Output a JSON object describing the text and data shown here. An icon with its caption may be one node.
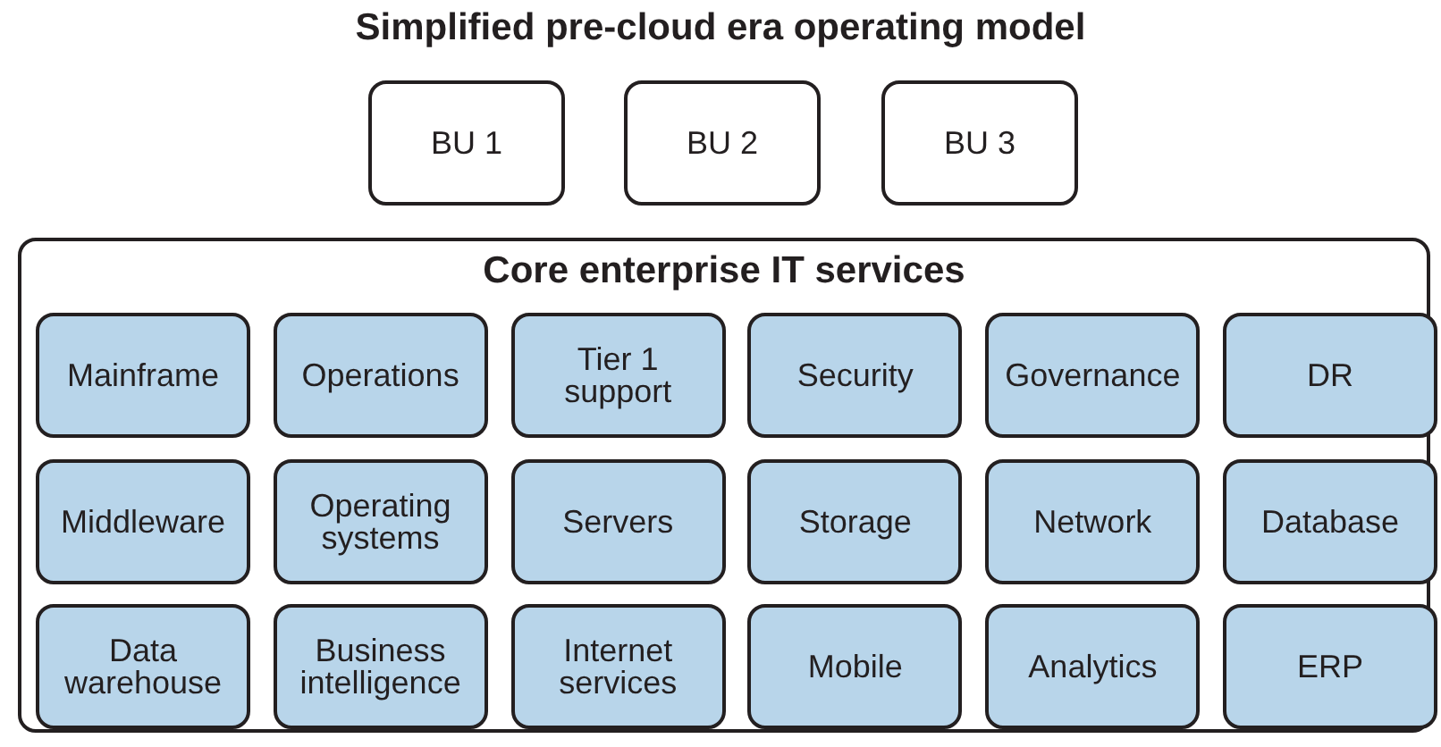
{
  "diagram": {
    "title": "Simplified pre-cloud era operating model",
    "nodes": [
      {
        "text": [
          "BU 1"
        ]
      },
      {
        "text": [
          "BU 2"
        ]
      },
      {
        "text": [
          "BU 3"
        ]
      },
      {
        "text": [
          "Core enterprise IT services"
        ]
      },
      {
        "text": [
          "Mainframe"
        ],
        "in": 3
      },
      {
        "text": [
          "Operations"
        ],
        "in": 3
      },
      {
        "text": [
          "Tier 1 support"
        ],
        "in": 3
      },
      {
        "text": [
          "Security"
        ],
        "in": 3
      },
      {
        "text": [
          "Governance"
        ],
        "in": 3
      },
      {
        "text": [
          "DR"
        ],
        "in": 3
      },
      {
        "text": [
          "Middleware"
        ],
        "in": 3
      },
      {
        "text": [
          "Operating systems"
        ],
        "in": 3
      },
      {
        "text": [
          "Servers"
        ],
        "in": 3
      },
      {
        "text": [
          "Storage"
        ],
        "in": 3
      },
      {
        "text": [
          "Network"
        ],
        "in": 3
      },
      {
        "text": [
          "Database"
        ],
        "in": 3
      },
      {
        "text": [
          "Data warehouse"
        ],
        "in": 3
      },
      {
        "text": [
          "Business intelligence"
        ],
        "in": 3
      },
      {
        "text": [
          "Internet services"
        ],
        "in": 3
      },
      {
        "text": [
          "Mobile"
        ],
        "in": 3
      },
      {
        "text": [
          "Analytics"
        ],
        "in": 3
      },
      {
        "text": [
          "ERP"
        ],
        "in": 3
      }
    ]
  }
}
